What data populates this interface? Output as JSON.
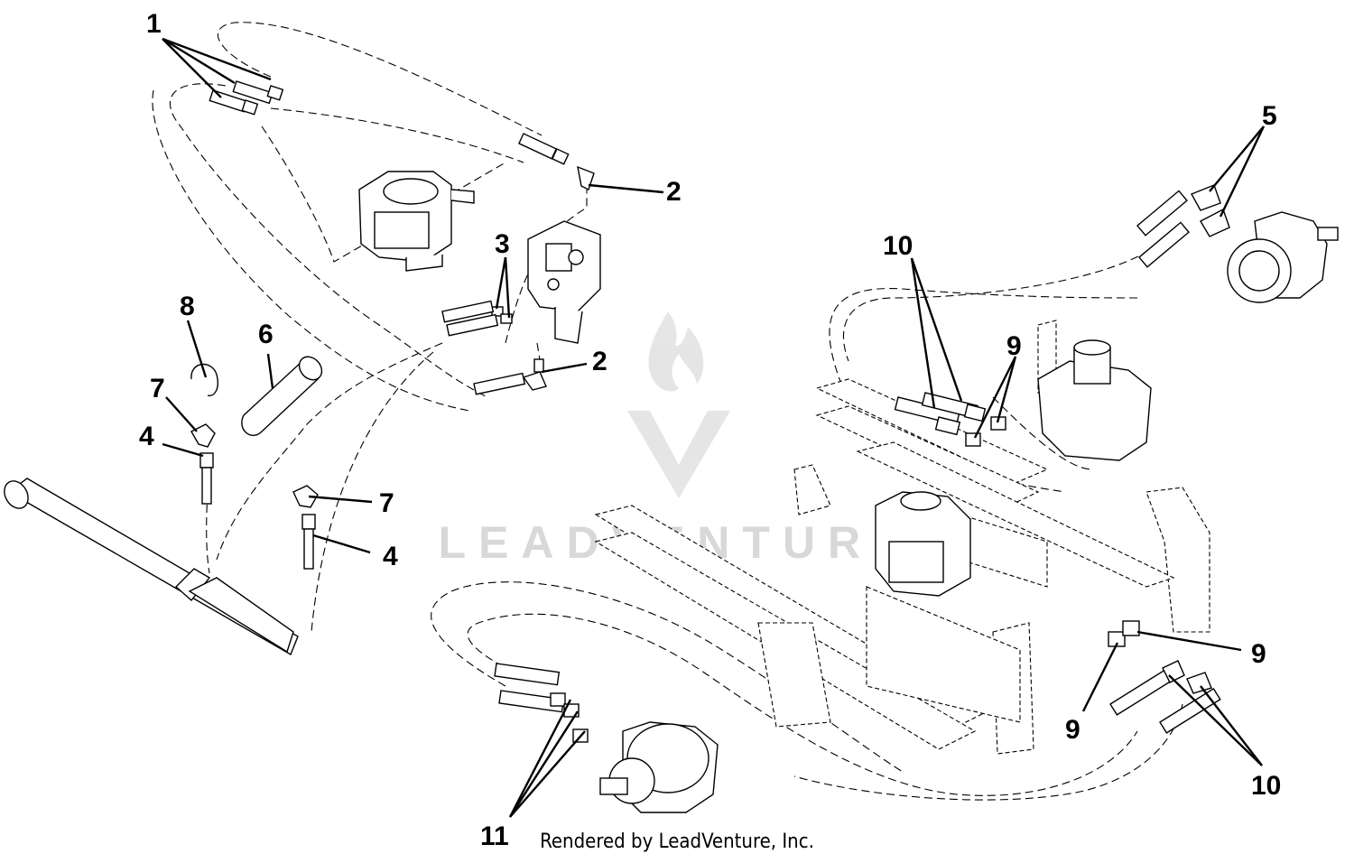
{
  "watermark": {
    "text": "LEADVENTURE",
    "color": "#d8d8d8"
  },
  "footer": {
    "credit": "Rendered by LeadVenture, Inc."
  },
  "callouts": [
    {
      "id": "c1",
      "label": "1"
    },
    {
      "id": "c2a",
      "label": "2"
    },
    {
      "id": "c2b",
      "label": "2"
    },
    {
      "id": "c3",
      "label": "3"
    },
    {
      "id": "c4a",
      "label": "4"
    },
    {
      "id": "c4b",
      "label": "4"
    },
    {
      "id": "c5",
      "label": "5"
    },
    {
      "id": "c6",
      "label": "6"
    },
    {
      "id": "c7a",
      "label": "7"
    },
    {
      "id": "c7b",
      "label": "7"
    },
    {
      "id": "c8",
      "label": "8"
    },
    {
      "id": "c9a",
      "label": "9"
    },
    {
      "id": "c9b",
      "label": "9"
    },
    {
      "id": "c9c",
      "label": "9"
    },
    {
      "id": "c10a",
      "label": "10"
    },
    {
      "id": "c10b",
      "label": "10"
    },
    {
      "id": "c11",
      "label": "11"
    }
  ]
}
